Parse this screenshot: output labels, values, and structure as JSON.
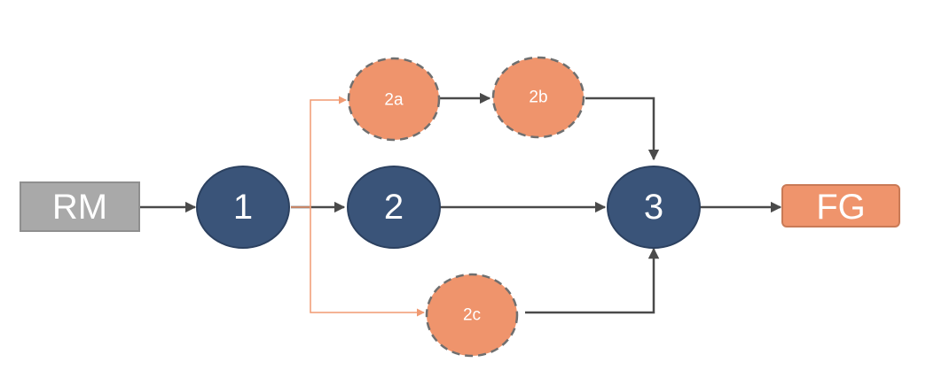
{
  "nodes": {
    "rm": {
      "label": "RM"
    },
    "n1": {
      "label": "1"
    },
    "n2": {
      "label": "2"
    },
    "n2a": {
      "label": "2a"
    },
    "n2b": {
      "label": "2b"
    },
    "n2c": {
      "label": "2c"
    },
    "n3": {
      "label": "3"
    },
    "fg": {
      "label": "FG"
    }
  },
  "colors": {
    "dark_node": "#3a5479",
    "orange_node": "#ef946c",
    "gray_box": "#a9a9a9",
    "arrow_dark": "#4a4a4a",
    "arrow_orange": "#f09a72"
  }
}
